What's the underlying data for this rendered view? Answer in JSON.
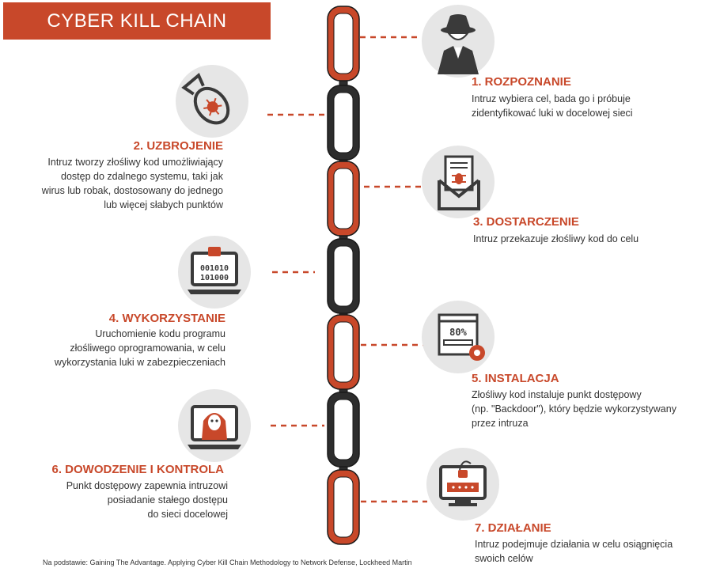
{
  "title": "CYBER KILL CHAIN",
  "colors": {
    "accent": "#c8482a",
    "chain_dark": "#2d2d2d",
    "circle": "#e6e6e6"
  },
  "steps": [
    {
      "title": "1. ROZPOZNANIE",
      "desc": [
        "Intruz wybiera cel, bada go i próbuje",
        "zidentyfikować luki w docelowej sieci"
      ],
      "icon": "hacker-spy-icon"
    },
    {
      "title": "2. UZBROJENIE",
      "desc": [
        "Intruz tworzy złośliwy kod umożliwiający",
        "dostęp do zdalnego systemu, taki jak",
        "wirus lub robak, dostosowany do jednego",
        "lub więcej słabych punktów"
      ],
      "icon": "bomb-virus-icon"
    },
    {
      "title": "3. DOSTARCZENIE",
      "desc": [
        "Intruz przekazuje złośliwy kod do celu"
      ],
      "icon": "infected-email-icon"
    },
    {
      "title": "4. WYKORZYSTANIE",
      "desc": [
        "Uruchomienie kodu programu",
        "złośliwego oprogramowania, w celu",
        "wykorzystania luki w zabezpieczeniach"
      ],
      "icon": "laptop-binary-lock-icon"
    },
    {
      "title": "5. INSTALACJA",
      "desc": [
        "Złośliwy kod instaluje punkt dostępowy",
        "(np. \"Backdoor\"), który będzie wykorzystywany",
        "przez intruza"
      ],
      "icon": "install-progress-icon",
      "progress_label": "80%"
    },
    {
      "title": "6. DOWODZENIE I KONTROLA",
      "desc": [
        "Punkt dostępowy zapewnia intruzowi",
        "posiadanie stałego dostępu",
        "do sieci docelowej"
      ],
      "icon": "hacker-laptop-icon"
    },
    {
      "title": "7. DZIAŁANIE",
      "desc": [
        "Intruz podejmuje działania w celu osiągnięcia",
        "swoich celów"
      ],
      "icon": "locked-computer-icon",
      "binary_text": [
        "001010",
        "101000"
      ]
    }
  ],
  "source": "Na podstawie: Gaining The Advantage. Applying Cyber Kill Chain Methodology to Network Defense, Lockheed Martin"
}
